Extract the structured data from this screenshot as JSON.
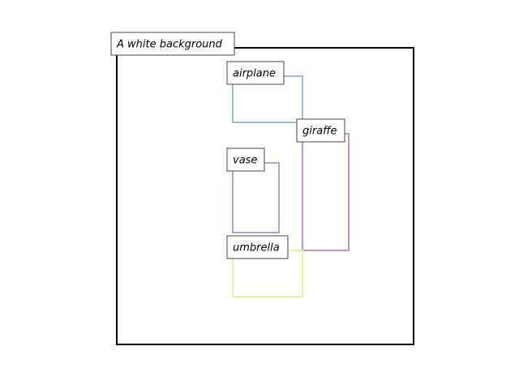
{
  "scene": {
    "caption": "A white background",
    "frame_color": "#000000"
  },
  "objects": [
    {
      "label": "airplane",
      "color": "#9bbde0"
    },
    {
      "label": "giraffe",
      "color": "#c298c8"
    },
    {
      "label": "vase",
      "color": "#ada6d0"
    },
    {
      "label": "umbrella",
      "color": "#e2f59a"
    }
  ]
}
